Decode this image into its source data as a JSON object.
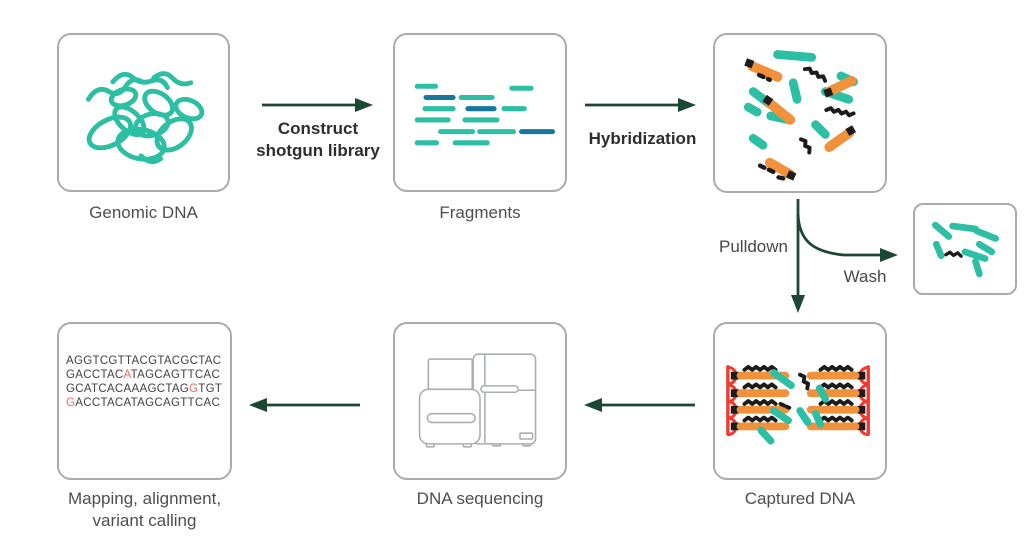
{
  "colors": {
    "teal": "#2CBFA4",
    "blue": "#17789B",
    "orange": "#F2913C",
    "red": "#F23B2E",
    "arrow": "#1B4733",
    "border": "#A9ACAE",
    "box-label": "#4E4E4E",
    "step-label": "#2E2E2E",
    "seq-text": "#414141",
    "variant": "#F0685C",
    "ink": "#1C1C1C",
    "machine": "#ABAEB0"
  },
  "nodes": {
    "genomic": {
      "label": "Genomic DNA"
    },
    "fragments": {
      "label": "Fragments"
    },
    "captured": {
      "label": "Captured DNA"
    },
    "sequencing": {
      "label": "DNA sequencing"
    },
    "mapping": {
      "label_line1": "Mapping, alignment,",
      "label_line2": "variant calling",
      "sequences": [
        {
          "text": "AGGTCGTTACGTACGCTAC",
          "variant_index": -1
        },
        {
          "text": "GACCTACATAGCAGTTCAC",
          "variant_index": 7
        },
        {
          "text": "GCATCACAAAGCTAGGTGT",
          "variant_index": 15
        },
        {
          "text": "GACCTACATAGCAGTTCAC",
          "variant_index": 0
        }
      ]
    }
  },
  "steps": {
    "construct": {
      "label_line1": "Construct",
      "label_line2": "shotgun library"
    },
    "hybridization": {
      "label": "Hybridization"
    },
    "pulldown": {
      "label": "Pulldown"
    },
    "wash": {
      "label": "Wash"
    }
  }
}
